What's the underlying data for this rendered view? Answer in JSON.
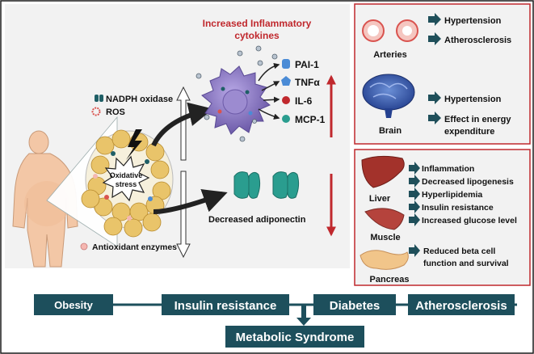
{
  "cytokines_title": [
    "Increased Inflammatory",
    "cytokines"
  ],
  "left_legend": {
    "nadph": "NADPH oxidase",
    "ros": "ROS",
    "antioxidant": "Antioxidant enzymes",
    "oxidative_stress": [
      "Oxidative",
      "stress"
    ]
  },
  "cytokines": [
    "PAI-1",
    "TNFα",
    "IL-6",
    "MCP-1"
  ],
  "adiponectin": "Decreased adiponectin",
  "top_right": {
    "arteries": {
      "label": "Arteries",
      "effects": [
        "Hypertension",
        "Atherosclerosis"
      ]
    },
    "brain": {
      "label": "Brain",
      "effects": [
        "Hypertension",
        "Effect in energy",
        "expenditure"
      ]
    }
  },
  "bottom_right": {
    "liver": "Liver",
    "muscle": "Muscle",
    "pancreas": "Pancreas",
    "liver_effects": [
      "Inflammation",
      "Decreased lipogenesis",
      "Hyperlipidemia",
      "Insulin resistance",
      "Increased glucose level"
    ],
    "pancreas_effects": [
      "Reduced beta cell",
      "function and survival"
    ]
  },
  "pathway": {
    "obesity": "Obesity",
    "insulin_resistance": "Insulin resistance",
    "diabetes": "Diabetes",
    "atherosclerosis": "Atherosclerosis",
    "metabolic_syndrome": "Metabolic Syndrome"
  },
  "colors": {
    "panel_bg": "#f2f2f2",
    "red_accent": "#c0282d",
    "teal_box": "#1d4f5c",
    "arrow_teal": "#1f4f5a",
    "adipocyte": "#e9c46a",
    "macrophage": "#8e7cc3",
    "adiponectin": "#2a9d8f"
  }
}
